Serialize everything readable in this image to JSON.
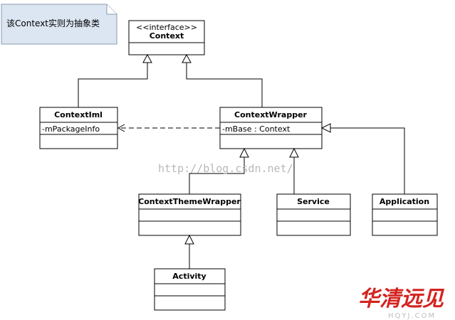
{
  "note": {
    "text": "该Context实则为抽象类"
  },
  "classes": {
    "context": {
      "stereotype": "<<interface>>",
      "name": "Context"
    },
    "context_iml": {
      "name": "ContextIml",
      "attribute": "-mPackageInfo"
    },
    "context_wrapper": {
      "name": "ContextWrapper",
      "attribute": "-mBase : Context"
    },
    "context_theme_wrapper": {
      "name": "ContextThemeWrapper"
    },
    "service": {
      "name": "Service"
    },
    "application": {
      "name": "Application"
    },
    "activity": {
      "name": "Activity"
    }
  },
  "watermark": {
    "text": "http://blog.csdn.net/"
  },
  "logo": {
    "text": "华清远见",
    "sub": "HQYJ.COM"
  },
  "colors": {
    "note_fill": "#dce6f2",
    "line": "#000000"
  }
}
